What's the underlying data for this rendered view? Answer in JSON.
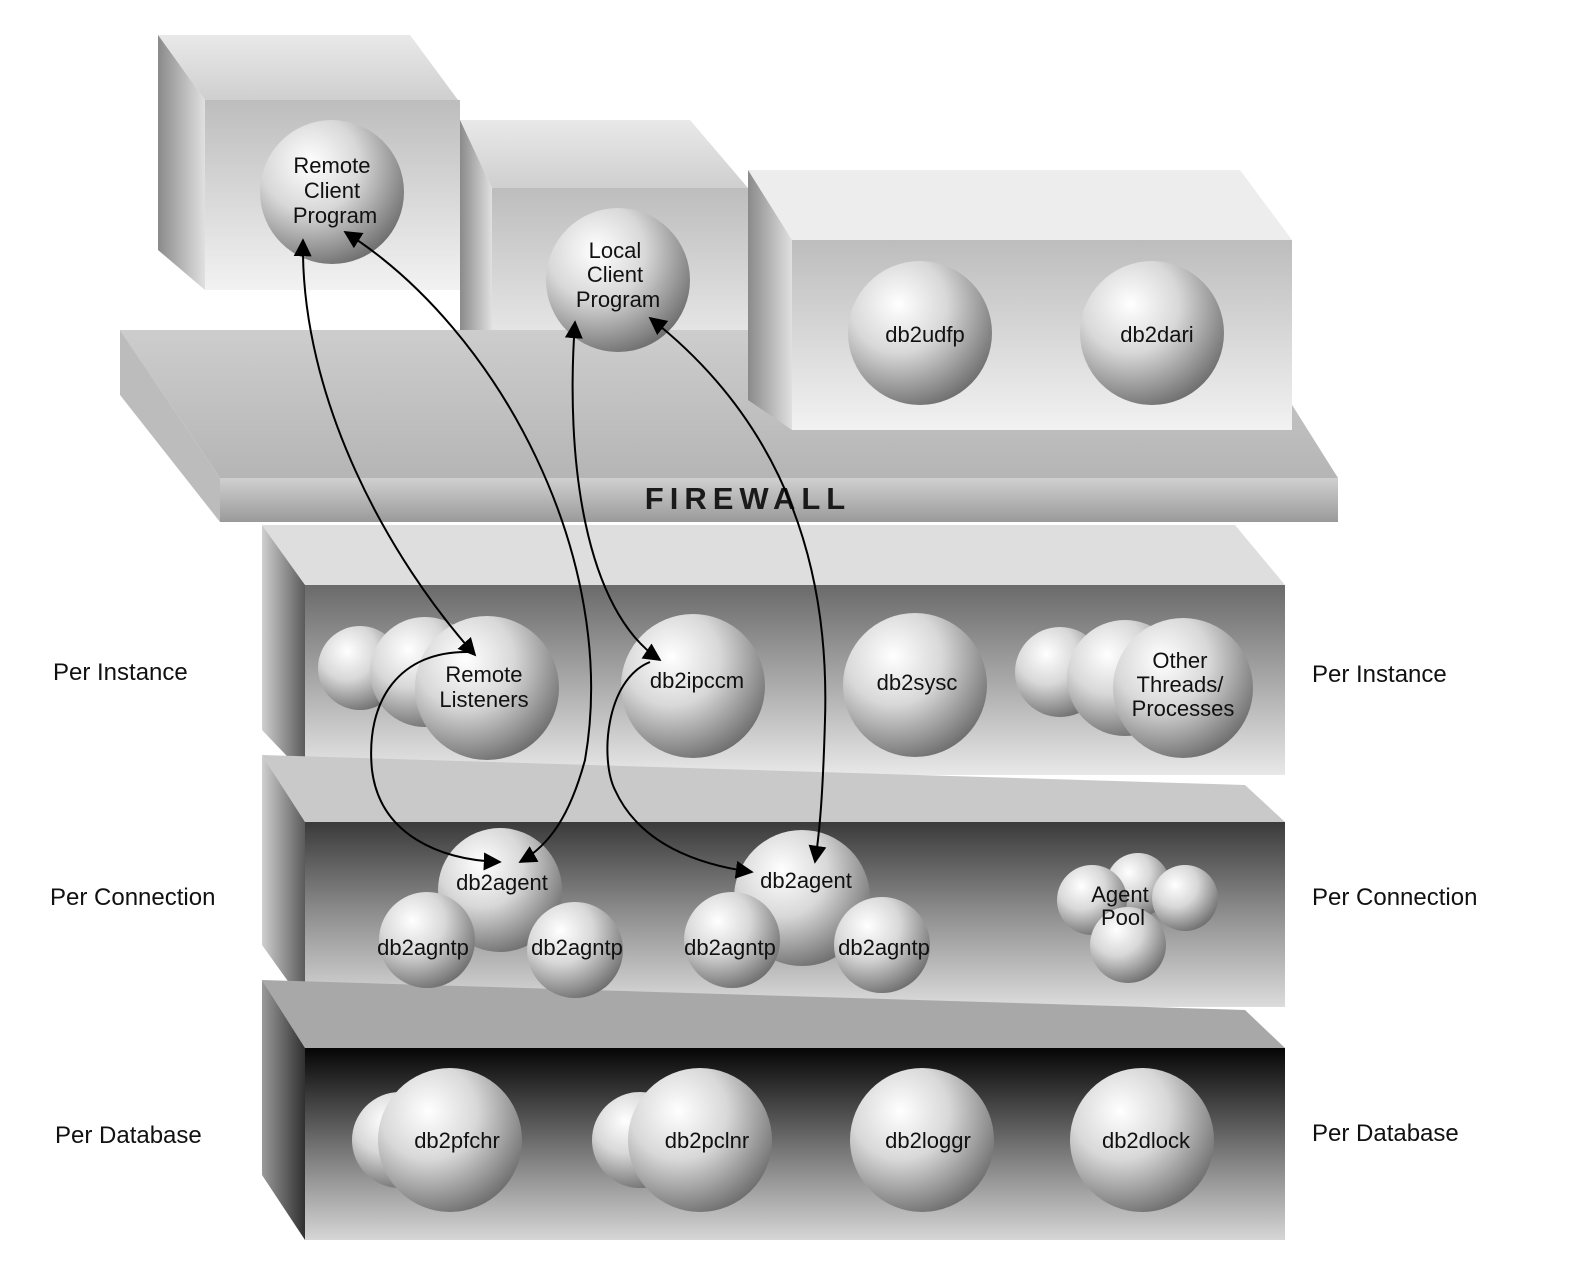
{
  "layers": {
    "firewall": "FIREWALL",
    "left_labels": [
      "Per Instance",
      "Per Connection",
      "Per Database"
    ],
    "right_labels": [
      "Per Instance",
      "Per Connection",
      "Per Database"
    ]
  },
  "clients": {
    "remote": [
      "Remote",
      "Client",
      "Program"
    ],
    "local": [
      "Local",
      "Client",
      "Program"
    ]
  },
  "fenced": {
    "udf": "db2udfp",
    "dari": "db2dari"
  },
  "instance": {
    "listeners": [
      "Remote",
      "Listeners"
    ],
    "ipccm": "db2ipccm",
    "sysc": "db2sysc",
    "other": [
      "Other",
      "Threads/",
      "Processes"
    ]
  },
  "connection": {
    "agent_1": "db2agent",
    "agent_1_subs": [
      "db2agntp",
      "db2agntp"
    ],
    "agent_2": "db2agent",
    "agent_2_subs": [
      "db2agntp",
      "db2agntp"
    ],
    "pool": [
      "Agent",
      "Pool"
    ]
  },
  "database": {
    "pfchr": "db2pfchr",
    "pclnr": "db2pclnr",
    "loggr": "db2loggr",
    "dlock": "db2dlock"
  },
  "colors": {
    "sphere_light": "#fafafa",
    "sphere_dark": "#6e6e6e",
    "arrow": "#000000",
    "text": "#111111"
  }
}
